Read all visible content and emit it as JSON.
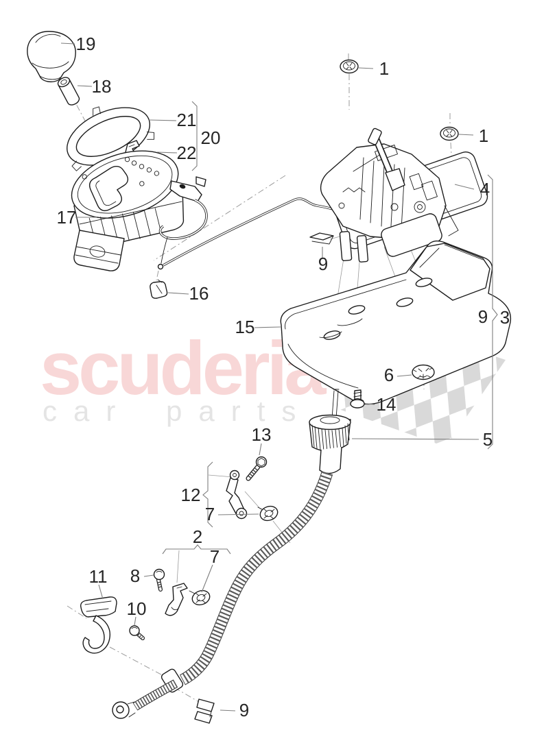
{
  "watermark": {
    "title": "scuderia",
    "subtitle": "car parts",
    "title_color": "#f8d7d7",
    "subtitle_color": "#e4e4e4",
    "flag_color": "#d9d9d9"
  },
  "callouts": [
    {
      "label": "19"
    },
    {
      "label": "18"
    },
    {
      "label": "21"
    },
    {
      "label": "20"
    },
    {
      "label": "22"
    },
    {
      "label": "17"
    },
    {
      "label": "1"
    },
    {
      "label": "1"
    },
    {
      "label": "4"
    },
    {
      "label": "16"
    },
    {
      "label": "9"
    },
    {
      "label": "15"
    },
    {
      "label": "9"
    },
    {
      "label": "3"
    },
    {
      "label": "6"
    },
    {
      "label": "14"
    },
    {
      "label": "5"
    },
    {
      "label": "13"
    },
    {
      "label": "12"
    },
    {
      "label": "7"
    },
    {
      "label": "2"
    },
    {
      "label": "7"
    },
    {
      "label": "8"
    },
    {
      "label": "11"
    },
    {
      "label": "10"
    },
    {
      "label": "9"
    }
  ]
}
